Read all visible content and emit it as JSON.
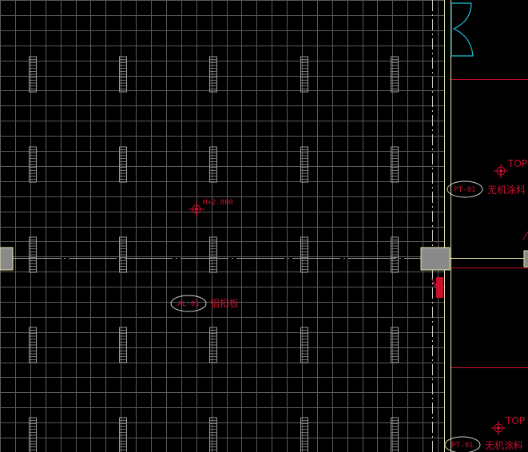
{
  "drawing": {
    "background_color": "#000000",
    "grid_color": "#5a5a5a",
    "fixture_color": "#9a9a9a",
    "wall_color": "#e8e6a8",
    "annotation_color": "#c8102e",
    "door_color": "#19c3d8",
    "column_fill": "#8a8a8a",
    "column_stroke": "#e8e6a8",
    "icons": {
      "elevation_marker": "crosshair-target-icon",
      "door_swing": "door-swing-icon",
      "column": "column-square-icon"
    }
  },
  "labels": {
    "elevation": "H+2.800",
    "ceiling_tag": "AL-01",
    "ceiling_material": "铝扣板",
    "wall_tag_upper": "PT-01",
    "wall_material_upper": "无机涂料",
    "wall_top_upper": "TOP",
    "wall_tag_lower": "PT-01",
    "wall_material_lower": "无机涂料",
    "wall_top_lower": "TOP"
  }
}
